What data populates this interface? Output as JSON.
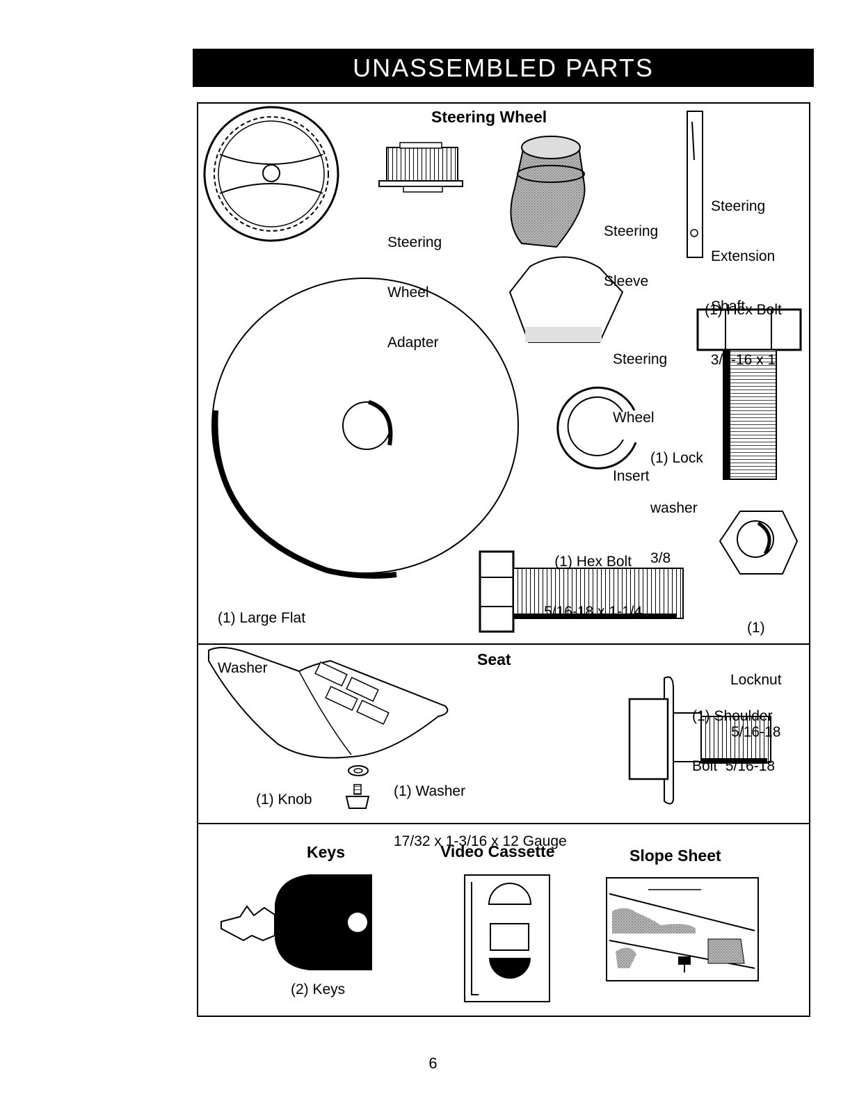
{
  "page": {
    "banner_title": "UNASSEMBLED PARTS",
    "page_number": "6"
  },
  "sections": {
    "steering": {
      "heading": "Steering Wheel",
      "parts": {
        "adapter": [
          "Steering",
          "Wheel",
          "Adapter"
        ],
        "sleeve": [
          "Steering",
          "Sleeve"
        ],
        "extension_shaft": [
          "Steering",
          "Extension",
          "Shaft"
        ],
        "hex_bolt_large": [
          "(1) Hex Bolt",
          "3/8-16 x 1"
        ],
        "insert": [
          "Steering",
          "Wheel",
          "Insert"
        ],
        "lock_washer": [
          "(1) Lock",
          "washer",
          "3/8"
        ],
        "hex_bolt_small": [
          "(1) Hex Bolt",
          "5/16-18 x 1-1/4"
        ],
        "large_flat_washer": [
          "(1) Large Flat",
          "Washer"
        ],
        "locknut": [
          "(1)",
          "Locknut",
          "5/16-18"
        ]
      }
    },
    "seat": {
      "heading": "Seat",
      "parts": {
        "shoulder_bolt": [
          "(1) Shoulder",
          "Bolt  5/16-18"
        ],
        "washer": [
          "(1) Washer",
          "17/32 x 1-3/16 x 12 Gauge"
        ],
        "knob": "(1) Knob"
      }
    },
    "misc": {
      "keys_heading": "Keys",
      "keys_label": "(2) Keys",
      "video_heading": "Video Cassette",
      "slope_heading": "Slope Sheet"
    }
  }
}
